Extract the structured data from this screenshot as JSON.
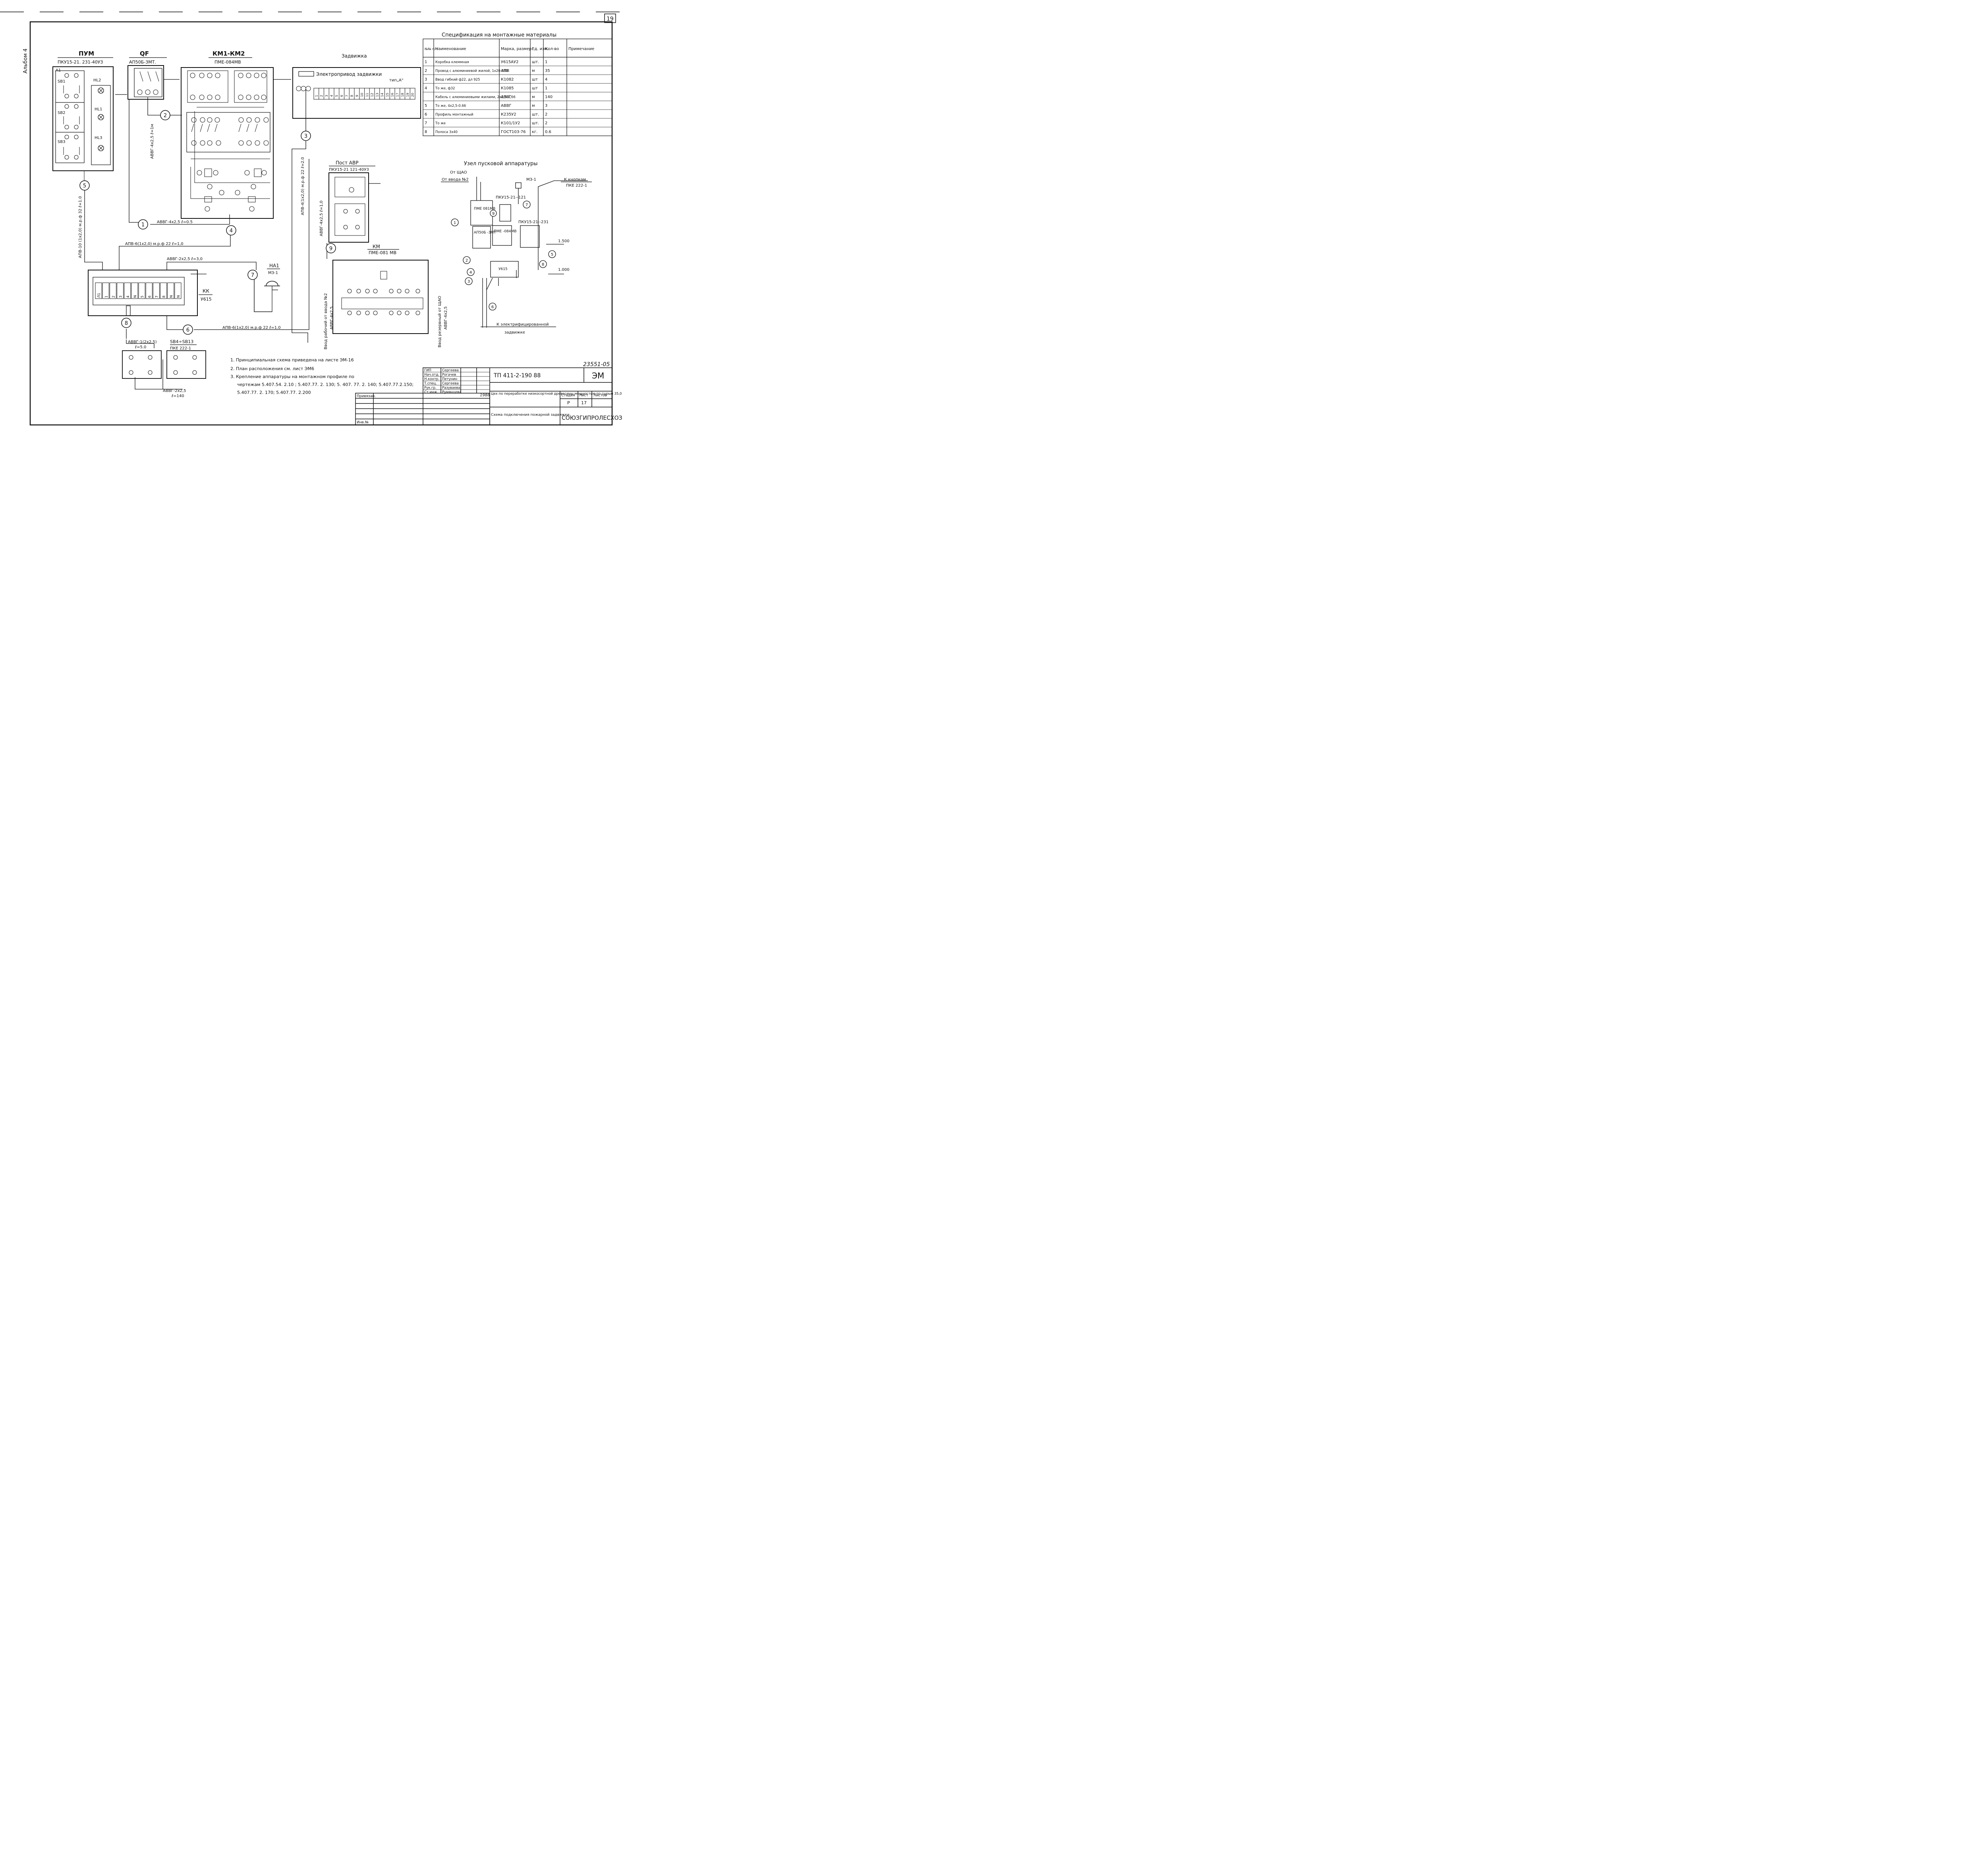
{
  "sheet": {
    "number": "19",
    "album": "Альбом 4",
    "drawing_number": "23551-05"
  },
  "blocks": {
    "pum_title": "ПУМ",
    "pum_model": "ПКУ15-21. 231-40У3",
    "qf_title": "QF",
    "qf_model": "АП50Б-3МТ.",
    "km_title": "КМ1-КМ2",
    "km_model": "ПМЕ-084МВ",
    "valve_title": "Задвижка",
    "valve_drive": "Электропривод задвижки",
    "valve_type": "тип„А\"",
    "post_title": "Пост АВР",
    "post_model": "ПКУ15-21 121-40У3",
    "km_small_title": "КМ",
    "km_small_model": "ПМЕ-081 МВ",
    "kk_title": "КК",
    "kk_model": "У615",
    "ha_title": "НА1",
    "ha_model": "МЗ-1",
    "sb_title": "SB4÷SB13",
    "sb_model": "ПКЕ 222-1"
  },
  "pum_labels": [
    "А1",
    "SB1",
    "SB2",
    "SB3",
    "HL2",
    "HL1",
    "HL3"
  ],
  "terminal_numbers": [
    "1",
    "2",
    "3",
    "4",
    "5",
    "6",
    "7",
    "8",
    "9",
    "10",
    "11",
    "12",
    "13",
    "14",
    "15",
    "16",
    "17",
    "18",
    "19",
    "20"
  ],
  "kk_terminals": [
    "Л1",
    "1",
    "2",
    "3",
    "4",
    "N",
    "5",
    "6",
    "7",
    "8",
    "N",
    "N"
  ],
  "cables": {
    "c1": "АВВГ-4х2,5  ℓ=0.5",
    "c2": "АВВГ-4х2,5  ℓ=1м",
    "c3": "АПВ-4(1х2,0) м.р.ф 22  ℓ=2.0",
    "c4": "АПВ-6(1х2,0) м.р.ф 22  ℓ=1,0",
    "c5": "АПВ-10 (1х2,0) м.р.ф 32  ℓ=1.0",
    "c6": "АПВ-6(1х2,0) м.р.ф 22  ℓ=1.0",
    "c7": "АВВГ-2х2,5   ℓ=3,0",
    "c8a": "АВВГ-1(2х2,5)",
    "c8a_len": "ℓ=5.0",
    "c8b": "АВВГ-2х2,5",
    "c8b_len": "ℓ=140",
    "c9": "АВВГ-4х2,5 ℓ=1,0",
    "input_work": "Ввод рабочий от ввода №2",
    "input_work_cable": "АВВГ-4х2,5",
    "input_reserve": "Ввод резервный от ЩАО",
    "input_reserve_cable": "АВВГ-4х2,5"
  },
  "spec": {
    "title": "Спецификация на монтажные материалы",
    "headers": [
      "№№ п/п",
      "Наименование",
      "Марка, размер",
      "Ед. изм.",
      "Кол-во",
      "Примечание"
    ],
    "rows": [
      [
        "1",
        "Коробка клеммная",
        "У615АУ2",
        "шт.",
        "1",
        ""
      ],
      [
        "2",
        "Провод с алюминиевой жилой, 1х20-380",
        "АПВ",
        "м",
        "35",
        ""
      ],
      [
        "3",
        "Ввод гибкий ф22, дл 925",
        "К1082",
        "шт",
        "4",
        ""
      ],
      [
        "4",
        "То же, ф32",
        "К1085",
        "шт",
        "1",
        ""
      ],
      [
        "",
        "Кабель с алюминиевыми жилами, 2х2,5-0,66",
        "АВВГ",
        "м",
        "140",
        ""
      ],
      [
        "5",
        "То же, 4х2,5-0.66",
        "АВВГ",
        "м",
        "3",
        ""
      ],
      [
        "6",
        "Профиль монтажный",
        "К235У2",
        "шт.",
        "2",
        ""
      ],
      [
        "7",
        "То же",
        "К101/1У2",
        "шт.",
        "2",
        ""
      ],
      [
        "8",
        "Полоса 3х40",
        "ГОСТ103-76",
        "кг.",
        "0.6",
        ""
      ]
    ]
  },
  "node": {
    "title": "Узел пусковой аппаратуры",
    "from_shao": "От ЩАО",
    "from_input": "От ввода №2",
    "to_buttons": "К кнопкам",
    "to_buttons_model": "ПКЕ 222-1",
    "mz": "МЗ-1",
    "pku": "ПКУ15-21--121",
    "pku2": "ПКУ15-21--231",
    "pme081": "ПМЕ 081МВ",
    "ap": "АП50Б -3МТ",
    "pme084": "ПМЕ -084МВ",
    "y615": "У615",
    "level_high": "1.500",
    "level_low": "1.000",
    "to_valve": "К электрифицированной",
    "to_valve2": "задвижке"
  },
  "notes": [
    "1. Принципиальная схема приведена на листе ЭМ-16",
    "2. План расположения   см. лист ЭМ6",
    "3. Крепление аппаратуры на монтажном профиле по",
    "чертежам 5.407.54. 2.10 ;   5.407.77. 2. 130; 5. 407. 77. 2. 140; 5.407.77.2.150;",
    "5.407.77. 2. 170;    5.407.77. 2.200"
  ],
  "stamp": {
    "tp": "ТП  411-2-190 88",
    "em": "ЭМ",
    "roles": [
      "ГИП",
      "Нач.отд.",
      "Н.контр.",
      "Т.спец.",
      "Рук.гр.",
      "Ст.инж."
    ],
    "names": [
      "Сергеева",
      "Рогачев",
      "Петунин",
      "Сергеева",
      "Разуваева",
      "Румянцева"
    ],
    "year": "1988",
    "project": "Цех по переработке низкосортной древесины мощностью по сырью 35,0 тыс.м³ в год",
    "sheet_title": "Схема подключения пожарной задвижки.",
    "stage_h": "Стадия",
    "sheet_h": "Лист",
    "sheets_h": "Листов",
    "stage": "Р",
    "sheet": "17",
    "org": "СОЮЗГИПРОЛЕСХОЗ",
    "privyazan": "Привязан.",
    "inv": "Инв.№"
  }
}
